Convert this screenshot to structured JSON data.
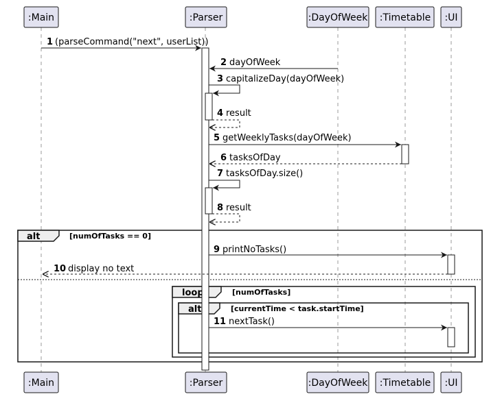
{
  "participants": [
    {
      "id": "main",
      "label": ":Main"
    },
    {
      "id": "parser",
      "label": ":Parser"
    },
    {
      "id": "dayofweek",
      "label": ":DayOfWeek"
    },
    {
      "id": "timetable",
      "label": ":Timetable"
    },
    {
      "id": "ui",
      "label": ":UI"
    }
  ],
  "messages": [
    {
      "num": "1",
      "text": "(parseCommand(\"next\", userList))",
      "from": "main",
      "to": "parser",
      "kind": "sync"
    },
    {
      "num": "2",
      "text": "dayOfWeek",
      "from": "dayofweek",
      "to": "parser",
      "kind": "sync"
    },
    {
      "num": "3",
      "text": "capitalizeDay(dayOfWeek)",
      "from": "parser",
      "to": "parser",
      "kind": "self"
    },
    {
      "num": "4",
      "text": "result",
      "from": "parser",
      "to": "parser",
      "kind": "self-return"
    },
    {
      "num": "5",
      "text": "getWeeklyTasks(dayOfWeek)",
      "from": "parser",
      "to": "timetable",
      "kind": "sync"
    },
    {
      "num": "6",
      "text": "tasksOfDay",
      "from": "timetable",
      "to": "parser",
      "kind": "return"
    },
    {
      "num": "7",
      "text": "tasksOfDay.size()",
      "from": "parser",
      "to": "parser",
      "kind": "self"
    },
    {
      "num": "8",
      "text": "result",
      "from": "parser",
      "to": "parser",
      "kind": "self-return"
    },
    {
      "num": "9",
      "text": "printNoTasks()",
      "from": "parser",
      "to": "ui",
      "kind": "sync"
    },
    {
      "num": "10",
      "text": "display no text",
      "from": "ui",
      "to": "main",
      "kind": "return"
    },
    {
      "num": "11",
      "text": "nextTask()",
      "from": "parser",
      "to": "ui",
      "kind": "sync"
    }
  ],
  "fragments": [
    {
      "id": "alt-outer",
      "operator": "alt",
      "guard": "[numOfTasks == 0]"
    },
    {
      "id": "loop",
      "operator": "loop",
      "guard": "[numOfTasks]"
    },
    {
      "id": "alt-inner",
      "operator": "alt",
      "guard": "[currentTime < task.startTime]"
    }
  ],
  "colors": {
    "participant_fill": "#E2E2F0",
    "participant_border": "#181818",
    "fragment_tab": "#EEEEEE",
    "line": "#181818",
    "lifeline": "#999999"
  }
}
